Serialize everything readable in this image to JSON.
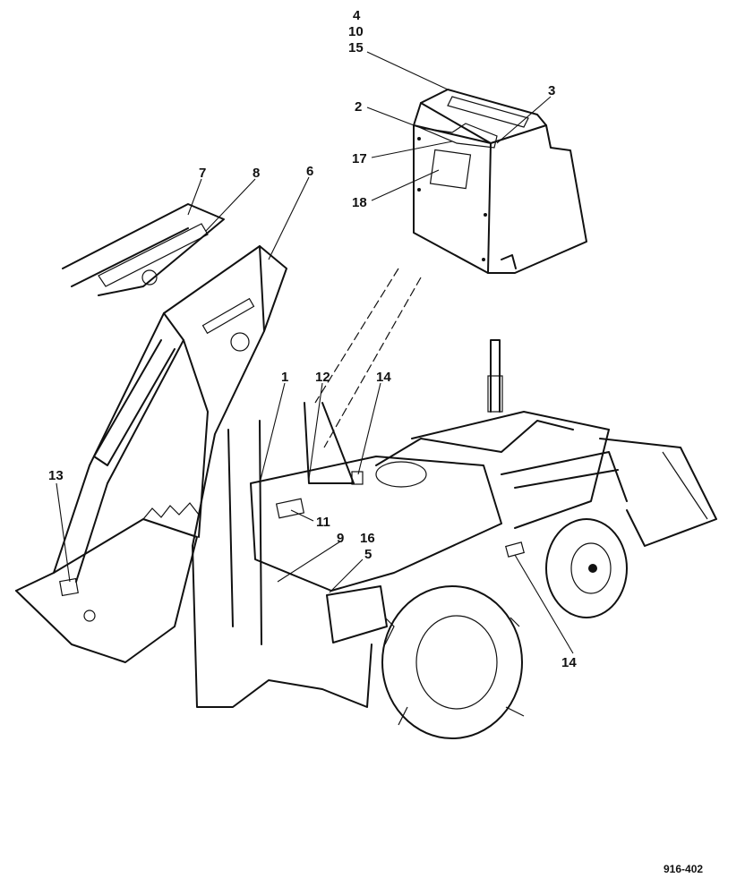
{
  "callouts": {
    "c4": "4",
    "c10": "10",
    "c15": "15",
    "c3": "3",
    "c2": "2",
    "c17": "17",
    "c18": "18",
    "c7": "7",
    "c8": "8",
    "c6": "6",
    "c1": "1",
    "c12": "12",
    "c14a": "14",
    "c13": "13",
    "c11": "11",
    "c9": "9",
    "c16": "16",
    "c5": "5",
    "c14b": "14"
  },
  "drawing_ref": "916-402"
}
